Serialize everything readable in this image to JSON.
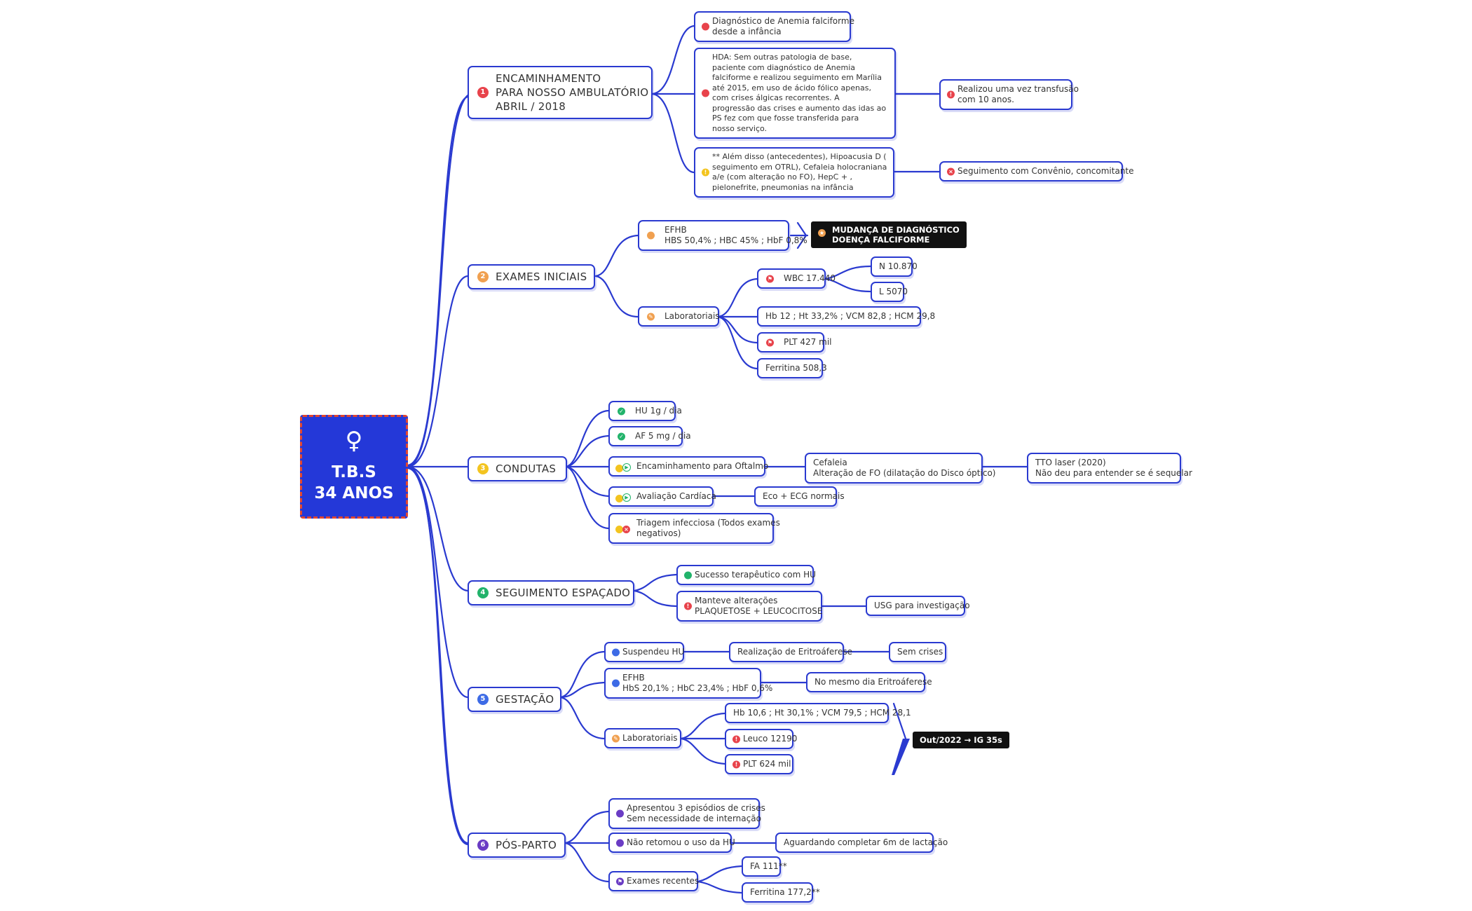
{
  "colors": {
    "line": "#2a3ad0",
    "red": "#e8434b",
    "orange": "#f0a050",
    "yellow": "#f3c41f",
    "green": "#22b36b",
    "blue": "#3d6be6",
    "purple": "#6a3cc4",
    "center_bg": "#2438d8",
    "center_border": "#e2462f"
  },
  "center": {
    "icon": "female-symbol-icon",
    "line1": "T.B.S",
    "line2": "34 ANOS"
  },
  "branches": {
    "b1": {
      "number": "1",
      "lines": [
        "ENCAMINHAMENTO",
        "PARA NOSSO AMBULATÓRIO",
        "ABRIL / 2018"
      ],
      "children": {
        "diag": [
          "Diagnóstico de Anemia falciforme",
          "desde a infância"
        ],
        "hda": [
          "HDA: Sem outras patologia de base,",
          "paciente com diagnóstico de Anemia",
          "falciforme e realizou seguimento em Marília",
          "até 2015, em uso de ácido fólico apenas,",
          "com crises álgicas recorrentes. A",
          "progressão das crises e aumento das idas ao",
          "PS fez com que fosse transferida para",
          "nosso serviço."
        ],
        "hda_child": [
          "Realizou uma vez transfusão",
          "com 10 anos."
        ],
        "antec": [
          "** Além disso (antecedentes), Hipoacusia D (",
          "seguimento em OTRL), Cefaleia holocraniana",
          "a/e (com alteração no FO),  HepC + ,",
          "pielonefrite, pneumonias na infância"
        ],
        "antec_child": "Seguimento com Convênio, concomitante"
      }
    },
    "b2": {
      "number": "2",
      "title": "EXAMES INICIAIS",
      "children": {
        "efhb": [
          "EFHB",
          "HBS 50,4% ; HBC 45% ; HbF 0,8%"
        ],
        "efhb_label": [
          "MUDANÇA DE DIAGNÓSTICO",
          "DOENÇA FALCIFORME"
        ],
        "lab": "Laboratoriais",
        "wbc": "WBC 17.440",
        "n": "N 10.870",
        "l": "L 5070",
        "hb": "Hb 12 ; Ht 33,2% ; VCM 82,8 ; HCM 29,8",
        "plt": "PLT 427 mil",
        "ferritina": "Ferritina 508,3"
      }
    },
    "b3": {
      "number": "3",
      "title": "CONDUTAS",
      "children": {
        "hu": "HU 1g / dia",
        "af": "AF 5 mg / dia",
        "oftalmo": "Encaminhamento para Oftalmo",
        "oftalmo_child": [
          "Cefaleia",
          "Alteração de FO (dilatação do Disco óptico)"
        ],
        "oftalmo_child2": [
          "TTO laser (2020)",
          "Não deu para entender se é sequelar"
        ],
        "cardiaca": "Avaliação Cardíaca",
        "cardiaca_child": "Eco + ECG normais",
        "triagem": [
          "Triagem infecciosa (Todos exames",
          "negativos)"
        ]
      }
    },
    "b4": {
      "number": "4",
      "title": "SEGUIMENTO ESPAÇADO",
      "children": {
        "sucesso": "Sucesso terapêutico com HU",
        "manteve": [
          "Manteve alterações",
          "PLAQUETOSE + LEUCOCITOSE"
        ],
        "usg": "USG para investigação"
      }
    },
    "b5": {
      "number": "5",
      "title": "GESTAÇÃO",
      "children": {
        "suspendeu": "Suspendeu HU",
        "eritro": "Realização de Eritroáferese",
        "sem_crises": "Sem crises",
        "efhb": [
          "EFHB",
          "HbS 20,1% ; HbC 23,4% ; HbF 0,6%"
        ],
        "mesmo_dia": "No mesmo dia Eritroáferese",
        "lab": "Laboratoriais",
        "hb": "Hb 10,6 ; Ht 30,1% ; VCM 79,5 ; HCM 28,1",
        "leuco": "Leuco 12190",
        "plt": "PLT 624 mil",
        "summary": "Out/2022 → IG 35s"
      }
    },
    "b6": {
      "number": "6",
      "title": "PÓS-PARTO",
      "children": {
        "episodios": [
          "Apresentou 3 episódios de crises",
          "Sem necessidade de internação"
        ],
        "nao_retomou": "Não retomou o uso da HU",
        "aguardando": "Aguardando completar 6m de lactação",
        "exames": "Exames recentes",
        "fa": "FA 111**",
        "ferritina": "Ferritina 177,2**"
      }
    }
  }
}
